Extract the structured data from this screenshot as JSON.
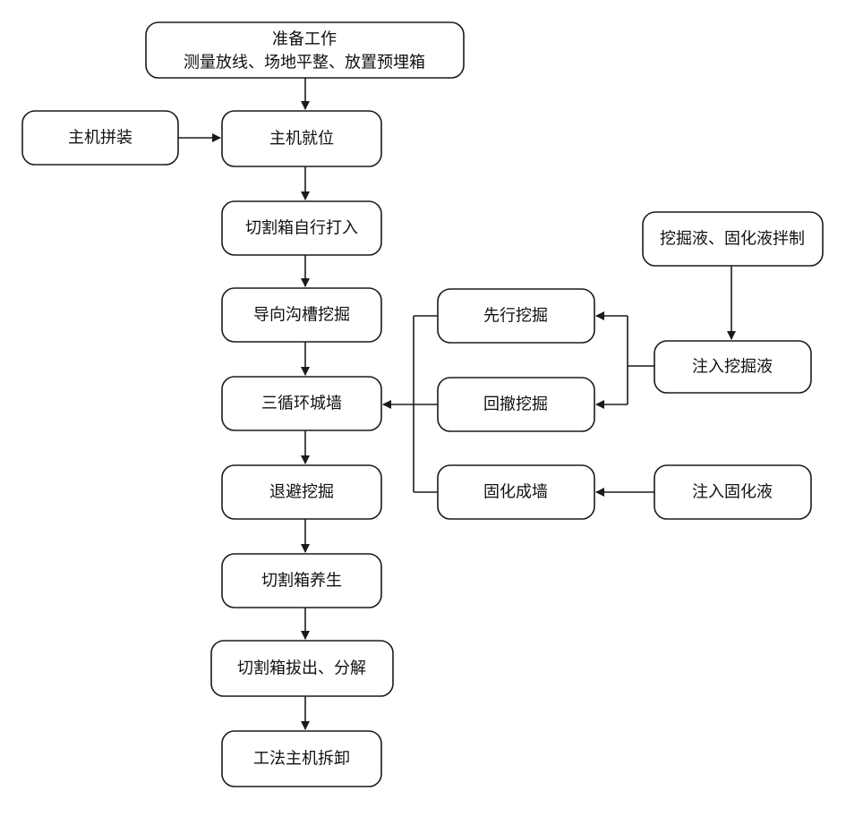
{
  "nodes": {
    "prep_line1": "准备工作",
    "prep_line2": "测量放线、场地平整、放置预埋箱",
    "assemble": "主机拼装",
    "position": "主机就位",
    "self_drive": "切割箱自行打入",
    "trench": "导向沟槽挖掘",
    "wall": "三循环城墙",
    "retreat": "退避挖掘",
    "cure_box": "切割箱养生",
    "extract": "切割箱拔出、分解",
    "dismantle": "工法主机拆卸",
    "first_dig": "先行挖掘",
    "back_dig": "回撤挖掘",
    "solidify": "固化成墙",
    "mix": "挖掘液、固化液拌制",
    "inject_dig": "注入挖掘液",
    "inject_solid": "注入固化液"
  },
  "colors": {
    "stroke": "#1a1a1a",
    "fill": "#ffffff",
    "text": "#111111"
  }
}
